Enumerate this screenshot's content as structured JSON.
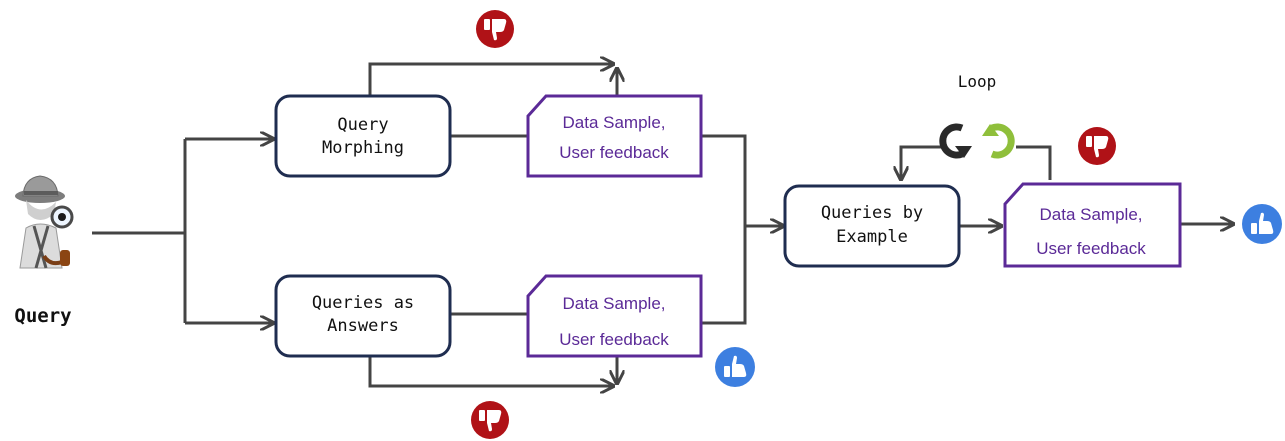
{
  "source": {
    "label": "Query",
    "icon": "detective-with-magnifier-icon"
  },
  "nodes": {
    "query_morphing": {
      "lines": [
        "Query",
        "Morphing"
      ]
    },
    "queries_as_answers": {
      "lines": [
        "Queries as",
        "Answers"
      ]
    },
    "queries_by_example": {
      "lines": [
        "Queries by",
        "Example"
      ]
    }
  },
  "samples": {
    "top": {
      "lines": [
        "Data Sample,",
        "User feedback"
      ]
    },
    "bottom": {
      "lines": [
        "Data Sample,",
        "User feedback"
      ]
    },
    "right": {
      "lines": [
        "Data Sample,",
        "User feedback"
      ]
    }
  },
  "loop": {
    "label": "Loop",
    "icon": "loop-arrows-icon"
  },
  "feedback_icons": {
    "negative": "thumbs-down-icon",
    "positive": "thumbs-up-icon"
  },
  "colors": {
    "node_border": "#1f2d50",
    "sample_border": "#5b2a97",
    "sample_text": "#5b2a97",
    "arrow": "#444444",
    "thumbs_down": "#b01217",
    "thumbs_up": "#3d7fe0"
  }
}
